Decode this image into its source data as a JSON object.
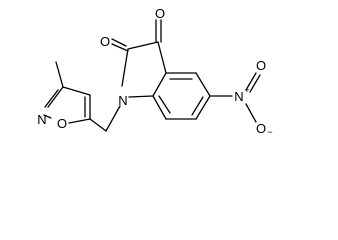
{
  "molecule": {
    "atoms": {
      "n_indole": "N",
      "o_ketone_top": "O",
      "o_ketone_left": "O",
      "n_isoxazole": "N",
      "o_isoxazole": "O",
      "n_nitro": "N",
      "o_nitro_top": "O",
      "o_nitro_bottom": "O"
    },
    "charges": {
      "nitro_n": "+",
      "nitro_o": "−"
    }
  }
}
